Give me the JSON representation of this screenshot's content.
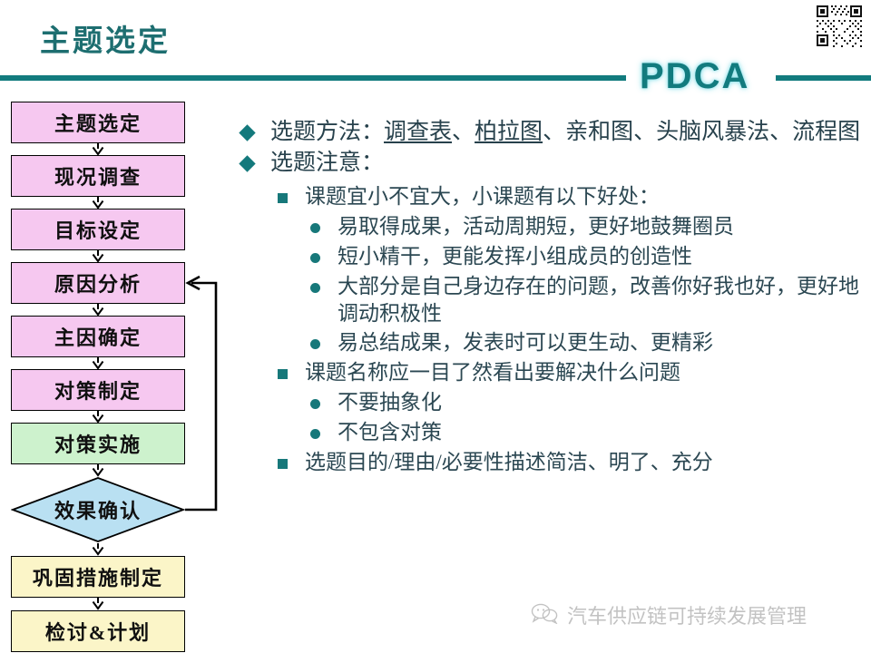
{
  "header": {
    "title": "主题选定",
    "pdca_label": "PDCA",
    "rule_color": "#127b7e",
    "title_color": "#1d6e70"
  },
  "qr_code": {
    "icon": "qr-code-icon"
  },
  "flowchart": {
    "nodes": [
      {
        "label": "主题选定",
        "shape": "rect",
        "color": "#f6c8f0",
        "color_name": "pink"
      },
      {
        "label": "现况调查",
        "shape": "rect",
        "color": "#f6c8f0",
        "color_name": "pink"
      },
      {
        "label": "目标设定",
        "shape": "rect",
        "color": "#f6c8f0",
        "color_name": "pink"
      },
      {
        "label": "原因分析",
        "shape": "rect",
        "color": "#f6c8f0",
        "color_name": "pink"
      },
      {
        "label": "主因确定",
        "shape": "rect",
        "color": "#f6c8f0",
        "color_name": "pink"
      },
      {
        "label": "对策制定",
        "shape": "rect",
        "color": "#f6c8f0",
        "color_name": "pink"
      },
      {
        "label": "对策实施",
        "shape": "rect",
        "color": "#cdf2cd",
        "color_name": "green"
      },
      {
        "label": "效果确认",
        "shape": "diamond",
        "color": "#b9e0f2",
        "color_name": "blue"
      },
      {
        "label": "巩固措施制定",
        "shape": "rect",
        "color": "#fbf5c8",
        "color_name": "yellow"
      },
      {
        "label": "检讨&计划",
        "shape": "rect",
        "color": "#fbf5c8",
        "color_name": "yellow"
      }
    ],
    "feedback_from": "效果确认",
    "feedback_to": "原因分析"
  },
  "content": {
    "b1_label": "选题方法：",
    "b1_methods_1": "调查表",
    "b1_sep1": "、",
    "b1_methods_2": "柏拉图",
    "b1_rest": "、亲和图、头脑风暴法、流程图",
    "b2_label": "选题注意：",
    "s1": "课题宜小不宜大，小课题有以下好处：",
    "s1_d1": "易取得成果，活动周期短，更好地鼓舞圈员",
    "s1_d2": "短小精干，更能发挥小组成员的创造性",
    "s1_d3": "大部分是自己身边存在的问题，改善你好我也好，更好地调动积极性",
    "s1_d4": "易总结成果，发表时可以更生动、更精彩",
    "s2": "课题名称应一目了然看出要解决什么问题",
    "s2_d1": "不要抽象化",
    "s2_d2": "不包含对策",
    "s3": "选题目的/理由/必要性描述简洁、明了、充分"
  },
  "watermark": {
    "text": "汽车供应链可持续发展管理",
    "icon": "wechat-bubble-icon"
  }
}
